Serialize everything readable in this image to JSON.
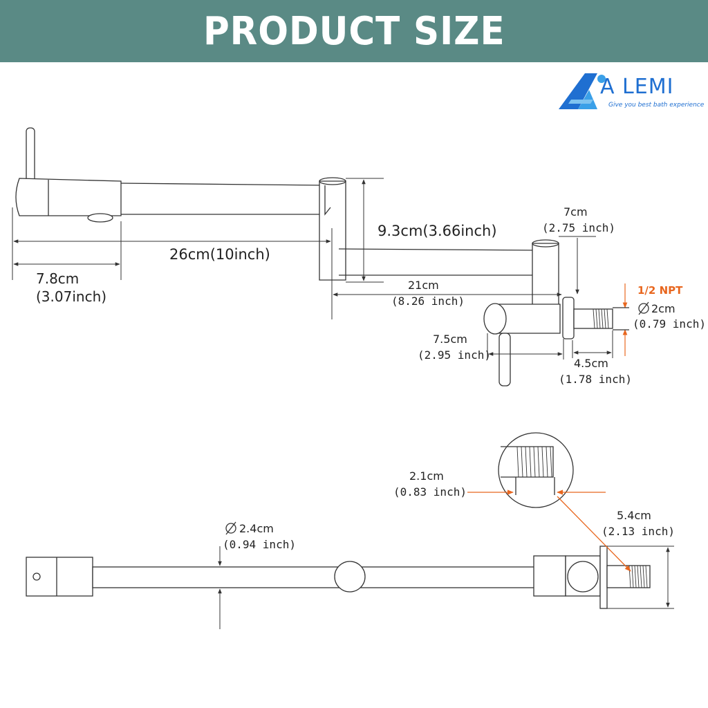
{
  "header": {
    "title": "PRODUCT SIZE"
  },
  "brand": {
    "name": "A  LEMI",
    "tagline": "Give you best bath experience",
    "color": "#1f6fd1"
  },
  "colors": {
    "banner": "#5a8a85",
    "accent": "#e8661e",
    "line": "#333333"
  },
  "side_view": {
    "total_length": "26cm(10inch)",
    "head_length_cm": "7.8cm",
    "head_length_in": "(3.07inch)",
    "arm_drop": "9.3cm(3.66inch)",
    "arm2_length_cm": "21cm",
    "arm2_length_in": "(8.26 inch)",
    "elbow_width_cm": "7cm",
    "elbow_width_in": "(2.75 inch)",
    "thread_type": "1/2 NPT",
    "thread_dia_cm": "2cm",
    "thread_dia_in": "(0.79 inch)",
    "valve_length_cm": "7.5cm",
    "valve_length_in": "(2.95 inch)",
    "mount_length_cm": "4.5cm",
    "mount_length_in": "(1.78 inch)"
  },
  "top_view": {
    "pipe_dia_cm": "2.4cm",
    "pipe_dia_in": "(0.94 inch)",
    "thread_pitch_cm": "2.1cm",
    "thread_pitch_in": "(0.83 inch)",
    "flange_dia_cm": "5.4cm",
    "flange_dia_in": "(2.13 inch)"
  }
}
